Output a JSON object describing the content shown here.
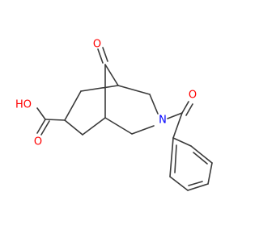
{
  "molecule": {
    "atom_labels": {
      "ketone_oxygen": "O",
      "acid_hydroxyl": "HO",
      "acid_carbonyl_oxygen": "O",
      "ring_nitrogen": "N",
      "amide_oxygen": "O"
    },
    "colors": {
      "bond": "#3a3a3a",
      "oxygen": "#ff0000",
      "nitrogen": "#0000ff",
      "background": "#ffffff"
    }
  }
}
